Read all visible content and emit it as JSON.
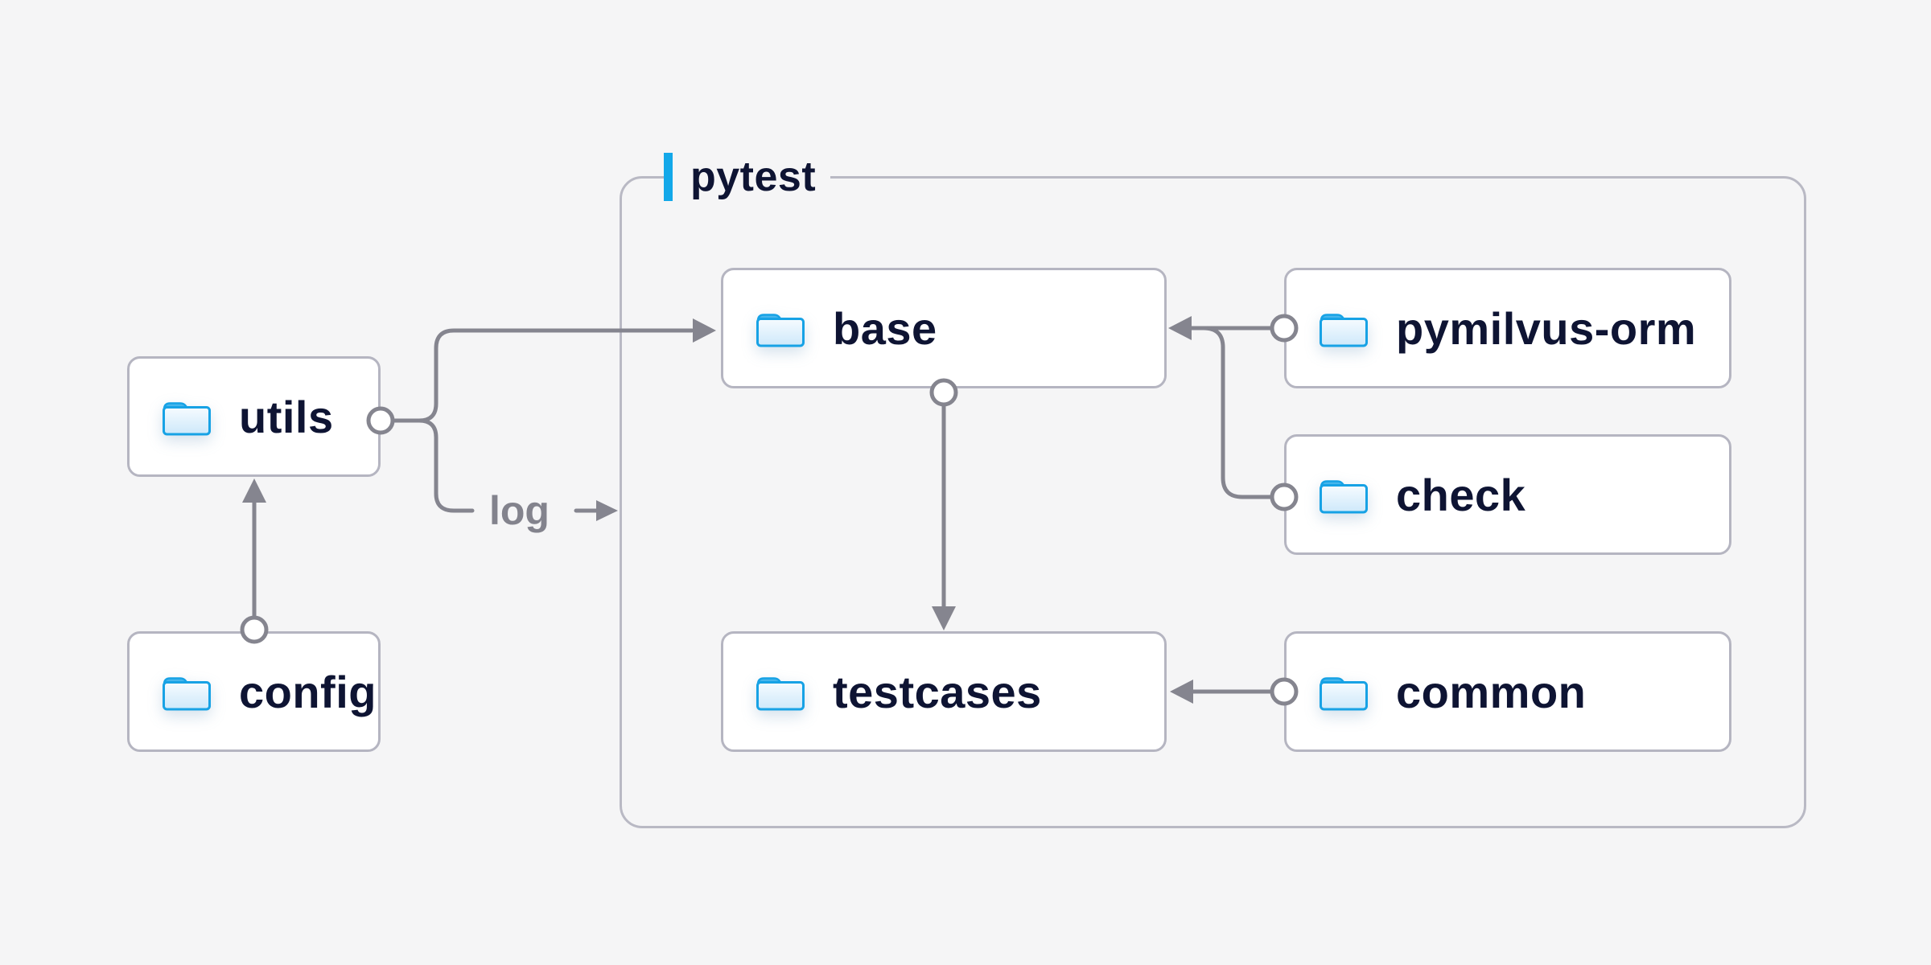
{
  "diagram": {
    "container_label": "pytest",
    "nodes": [
      {
        "id": "utils",
        "label": "utils",
        "icon": "folder-icon"
      },
      {
        "id": "config",
        "label": "config",
        "icon": "folder-icon"
      },
      {
        "id": "base",
        "label": "base",
        "icon": "folder-icon"
      },
      {
        "id": "pymilvus-orm",
        "label": "pymilvus-orm",
        "icon": "folder-icon"
      },
      {
        "id": "check",
        "label": "check",
        "icon": "folder-icon"
      },
      {
        "id": "testcases",
        "label": "testcases",
        "icon": "folder-icon"
      },
      {
        "id": "common",
        "label": "common",
        "icon": "folder-icon"
      }
    ],
    "edges": [
      {
        "from": "config",
        "to": "utils"
      },
      {
        "from": "utils",
        "to": "base"
      },
      {
        "from": "utils",
        "to": "pytest",
        "label": "log"
      },
      {
        "from": "pymilvus-orm",
        "to": "base"
      },
      {
        "from": "check",
        "to": "base"
      },
      {
        "from": "base",
        "to": "testcases"
      },
      {
        "from": "common",
        "to": "testcases"
      }
    ],
    "colors": {
      "background": "#f5f5f6",
      "node_fill": "#ffffff",
      "node_border": "#b5b5c1",
      "connector": "#85858f",
      "label_text": "#0e1433",
      "muted_text": "#83838d",
      "accent_blue": "#13a8e9",
      "folder_outline": "#17a2e5",
      "folder_tab": "#47b6ec"
    }
  }
}
